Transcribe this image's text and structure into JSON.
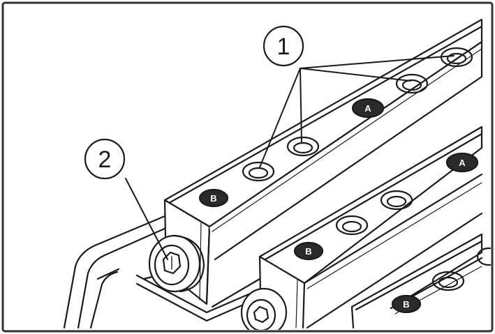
{
  "callouts": [
    {
      "id": "1",
      "label": "1"
    },
    {
      "id": "2",
      "label": "2"
    }
  ],
  "bar_markings": {
    "top_bar_end": "B",
    "top_bar_mid": "A",
    "middle_bar_end": "A",
    "middle_bar_start": "B",
    "bottom_bar_start": "B"
  },
  "colors": {
    "line": "#1a1a1a",
    "frame": "#333333",
    "surface": "#ffffff",
    "shade": "#d9d9d9",
    "stamp": "#2a2a2a"
  }
}
